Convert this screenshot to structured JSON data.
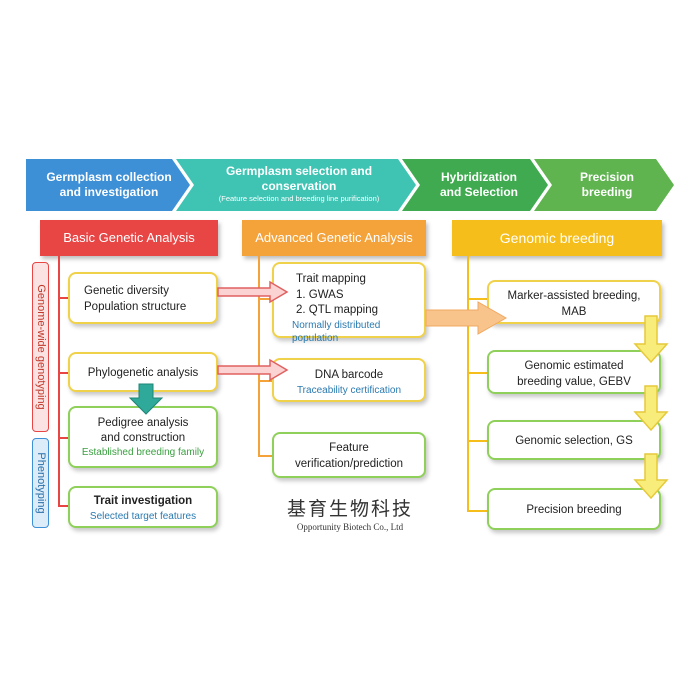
{
  "stages": [
    {
      "line1": "Germplasm collection",
      "line2": "and investigation",
      "color": "#3d8fd6"
    },
    {
      "line1": "Germplasm selection and",
      "line2": "conservation",
      "note": "(Feature selection and breeding line purification)",
      "color": "#3fc4b4"
    },
    {
      "line1": "Hybridization",
      "line2": "and Selection",
      "color": "#3faa4f"
    },
    {
      "line1": "Precision",
      "line2": "breeding",
      "color": "#5fb44f"
    }
  ],
  "columns": {
    "basic": {
      "title": "Basic Genetic Analysis",
      "color": "#e84545"
    },
    "advanced": {
      "title": "Advanced Genetic Analysis",
      "color": "#f4a23a"
    },
    "genomic": {
      "title": "Genomic breeding",
      "color": "#f6be1a"
    }
  },
  "side_labels": {
    "genotyping": "Genome-wide genotyping",
    "phenotyping": "Phenotyping"
  },
  "basic_boxes": {
    "diversity": {
      "line1": "Genetic diversity",
      "line2": "Population structure"
    },
    "phylo": {
      "line1": "Phylogenetic analysis"
    },
    "pedigree": {
      "line1": "Pedigree analysis",
      "line2": "and construction",
      "sub": "Established breeding family"
    },
    "trait": {
      "line1": "Trait investigation",
      "sub": "Selected target features"
    }
  },
  "advanced_boxes": {
    "mapping": {
      "line1": "Trait mapping",
      "line2": "1.  GWAS",
      "line3": "2.  QTL mapping",
      "sub": "Normally distributed population"
    },
    "barcode": {
      "line1": "DNA barcode",
      "sub": "Traceability certification"
    },
    "feature": {
      "line1": "Feature",
      "line2": "verification/prediction"
    }
  },
  "genomic_boxes": {
    "mab": {
      "line1": "Marker-assisted breeding,",
      "line2": "MAB"
    },
    "gebv": {
      "line1": "Genomic estimated",
      "line2": "breeding value, GEBV"
    },
    "gs": {
      "line1": "Genomic selection, GS"
    },
    "precision": {
      "line1": "Precision breeding"
    }
  },
  "logo": {
    "chinese": "基育生物科技",
    "english": "Opportunity Biotech Co., Ltd"
  }
}
